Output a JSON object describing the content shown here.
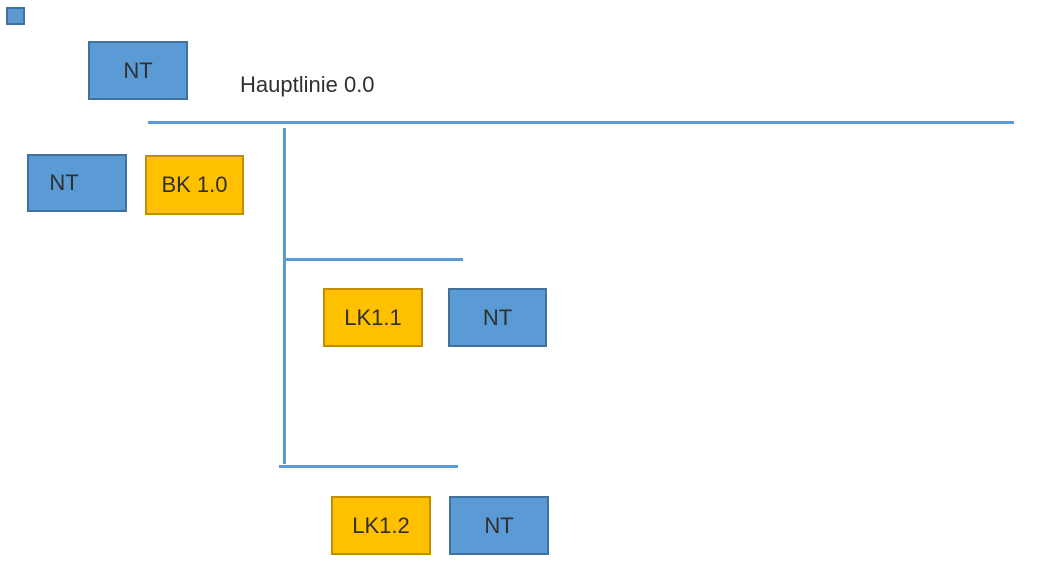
{
  "diagram": {
    "title": "Hauptlinie 0.0",
    "nodes": [
      {
        "id": "nt-top",
        "label": "NT",
        "type": "terminal"
      },
      {
        "id": "nt-left",
        "label": "NT",
        "type": "terminal"
      },
      {
        "id": "bk-1-0",
        "label": "BK 1.0",
        "type": "component"
      },
      {
        "id": "lk-1-1",
        "label": "LK1.1",
        "type": "component"
      },
      {
        "id": "nt-middle",
        "label": "NT",
        "type": "terminal"
      },
      {
        "id": "lk-1-2",
        "label": "LK1.2",
        "type": "component"
      },
      {
        "id": "nt-bottom",
        "label": "NT",
        "type": "terminal"
      }
    ],
    "connectors": [
      {
        "id": "hauptlinie-line",
        "orientation": "horizontal"
      },
      {
        "id": "riser-line",
        "orientation": "vertical"
      },
      {
        "id": "branch-1-line",
        "orientation": "horizontal"
      },
      {
        "id": "branch-2-line",
        "orientation": "horizontal"
      }
    ],
    "colors": {
      "terminal_fill": "#5B9BD5",
      "terminal_border": "#41719C",
      "component_fill": "#FFC000",
      "component_border": "#BF8F00",
      "connector": "#5B9BD5",
      "label_text": "#303030"
    }
  }
}
